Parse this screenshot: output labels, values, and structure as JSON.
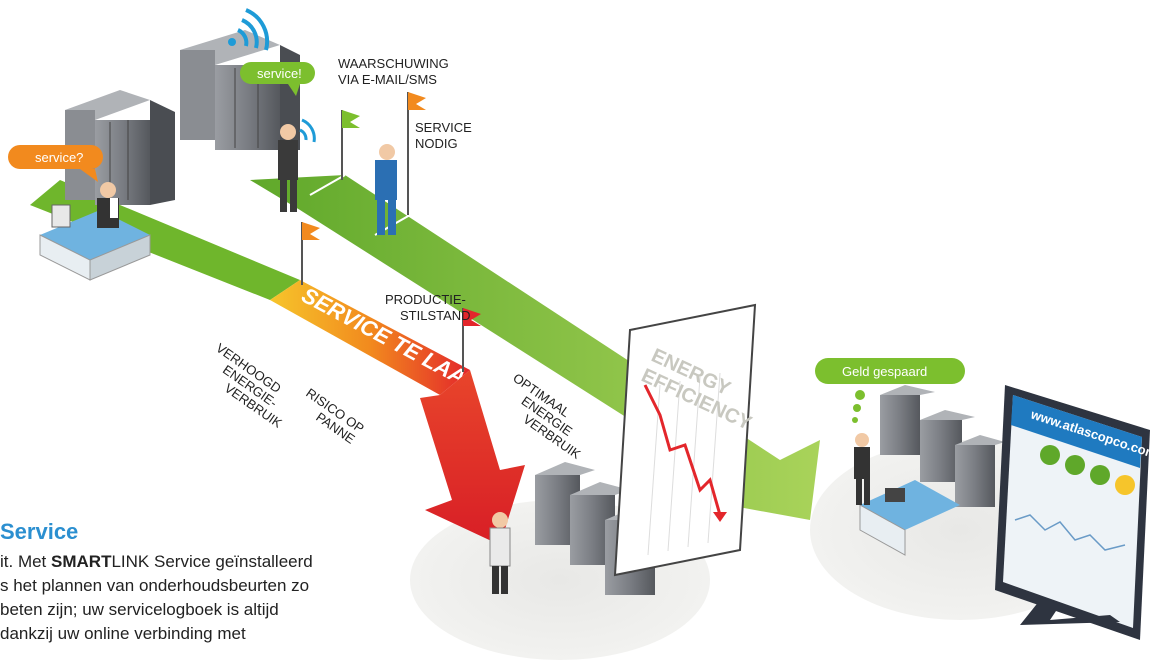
{
  "bubbles": {
    "service_q": "service?",
    "service_ex": "service!",
    "geld": "Geld gespaard"
  },
  "labels": {
    "waarschuwing_1": "WAARSCHUWING",
    "waarschuwing_2": "VIA E-MAIL/SMS",
    "service_1": "SERVICE",
    "service_2": "NODIG",
    "productie_1": "PRODUCTIE-",
    "productie_2": "STILSTAND",
    "verhoogd_1": "VERHOOGD",
    "verhoogd_2": "ENERGIE-",
    "verhoogd_3": "VERBRUIK",
    "risico_1": "RISICO OP",
    "risico_2": "PANNE",
    "optimaal_1": "OPTIMAAL",
    "optimaal_2": "ENERGIE",
    "optimaal_3": "VERBRUIK"
  },
  "band_text": "SERVICE TE LAAT",
  "chart": {
    "line1": "ENERGY",
    "line2": "EFFICIENCY"
  },
  "monitor": {
    "url": "www.atlascopco.com/smartlink"
  },
  "textblock": {
    "title": "Service",
    "line1_pre": "it. Met ",
    "line1_bold": "SMART",
    "line1_post": "LINK Service geïnstalleerd",
    "line2": "s het plannen van onderhoudsbeurten zo",
    "line3": "beten zijn; uw servicelogboek is altijd",
    "line4": "dankzij uw online verbinding met"
  },
  "colors": {
    "green": "#7cbf2e",
    "orange": "#f28a1e",
    "red": "#e3262b",
    "blue": "#2b8fd0"
  }
}
